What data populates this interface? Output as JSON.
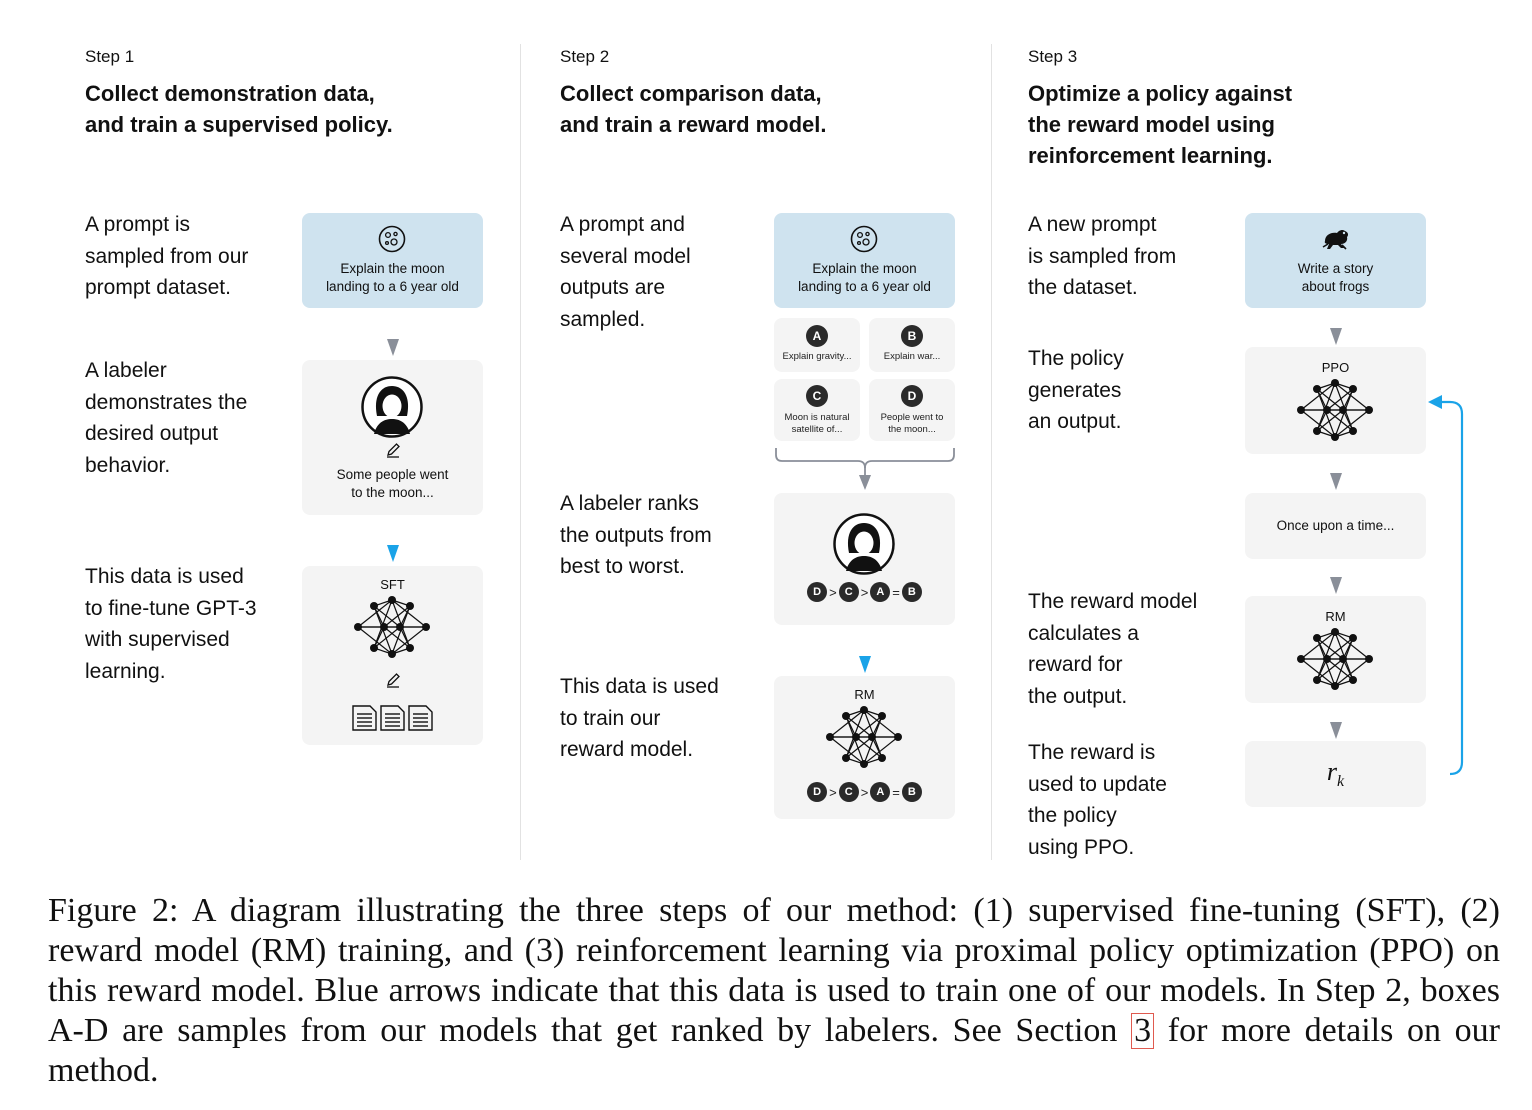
{
  "step1": {
    "label": "Step 1",
    "title_line1": "Collect demonstration data,",
    "title_line2": "and train a supervised policy.",
    "desc_prompt": [
      "A prompt is",
      "sampled from our",
      "prompt dataset."
    ],
    "desc_labeler": [
      "A labeler",
      "demonstrates the",
      "desired output",
      "behavior."
    ],
    "desc_data": [
      "This data is used",
      "to fine-tune GPT-3",
      "with supervised",
      "learning."
    ],
    "prompt_card": [
      "Explain the moon",
      "landing to a 6 year old"
    ],
    "labeler_card": [
      "Some people went",
      "to the moon..."
    ],
    "model_label": "SFT"
  },
  "step2": {
    "label": "Step 2",
    "title_line1": "Collect comparison data,",
    "title_line2": "and train a reward model.",
    "desc_prompt": [
      "A prompt and",
      "several model",
      "outputs are",
      "sampled."
    ],
    "desc_labeler": [
      "A labeler ranks",
      "the outputs from",
      "best to worst."
    ],
    "desc_data": [
      "This data is used",
      "to train our",
      "reward model."
    ],
    "prompt_card": [
      "Explain the moon",
      "landing to a 6 year old"
    ],
    "outputs": [
      {
        "letter": "A",
        "text": [
          "Explain gravity..."
        ]
      },
      {
        "letter": "B",
        "text": [
          "Explain war..."
        ]
      },
      {
        "letter": "C",
        "text": [
          "Moon is natural",
          "satellite of..."
        ]
      },
      {
        "letter": "D",
        "text": [
          "People went to",
          "the moon..."
        ]
      }
    ],
    "ranking": [
      "D",
      ">",
      "C",
      ">",
      "A",
      "=",
      "B"
    ],
    "model_label": "RM"
  },
  "step3": {
    "label": "Step 3",
    "title_line1": "Optimize a policy against",
    "title_line2": "the reward model using",
    "title_line3": "reinforcement learning.",
    "desc_prompt": [
      "A new prompt",
      "is sampled from",
      "the dataset."
    ],
    "desc_policy": [
      "The policy",
      "generates",
      "an output."
    ],
    "desc_reward": [
      "The reward model",
      "calculates a",
      "reward for",
      "the output."
    ],
    "desc_update": [
      "The reward is",
      "used to update",
      "the policy",
      "using PPO."
    ],
    "prompt_card": [
      "Write a story",
      "about frogs"
    ],
    "policy_label": "PPO",
    "output_text": "Once upon a time...",
    "rm_label": "RM",
    "reward_symbol": "r",
    "reward_sub": "k"
  },
  "caption": {
    "before_ref": "Figure 2: A diagram illustrating the three steps of our method: (1) supervised fine-tuning (SFT), (2) reward model (RM) training, and (3) reinforcement learning via proximal policy optimization (PPO) on this reward model. Blue arrows indicate that this data is used to train one of our models. In Step 2, boxes A-D are samples from our models that get ranked by labelers. See Section ",
    "ref": "3",
    "after_ref": " for more details on our method."
  },
  "colors": {
    "blue_card": "#cfe3ef",
    "grey_card": "#f4f4f4",
    "blue_arrow": "#1aa3e8",
    "grey_arrow": "#8a8f99",
    "ref_box": "#e05a4f"
  }
}
